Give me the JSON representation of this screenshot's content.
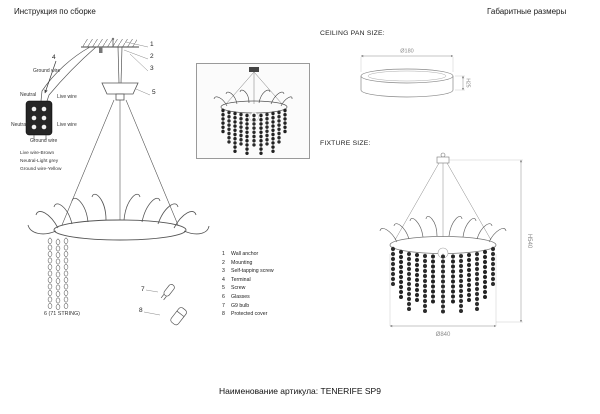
{
  "header": {
    "left_title": "Инструкция по сборке",
    "right_title": "Габаритные размеры"
  },
  "wiring": {
    "ground_top": "Ground wire",
    "neutral_top": "Neutral",
    "live_top": "Live wire",
    "neutral_left": "Neutral",
    "live_left": "Live wire",
    "ground_bottom": "Ground wire",
    "legend": [
      "Live wire-Brown",
      "Neutral-Light grey",
      "Ground wire-Yellow"
    ]
  },
  "callouts": {
    "c1": "1",
    "c2": "2",
    "c3": "3",
    "c4": "4",
    "c5": "5",
    "string_label": "6 (71 STRING)",
    "c7": "7",
    "c8": "8"
  },
  "parts_list": [
    {
      "num": "1",
      "label": "Wall anchor"
    },
    {
      "num": "2",
      "label": "Mounting"
    },
    {
      "num": "3",
      "label": "Self-tapping screw"
    },
    {
      "num": "4",
      "label": "Terminal"
    },
    {
      "num": "5",
      "label": "Screw"
    },
    {
      "num": "6",
      "label": "Glasses"
    },
    {
      "num": "7",
      "label": "G9 bulb"
    },
    {
      "num": "8",
      "label": "Protected cover"
    }
  ],
  "dimensions": {
    "ceiling_pan_title": "CEILING PAN SIZE:",
    "fixture_title": "FIXTURE SIZE:",
    "pan_diameter": "Ø180",
    "pan_height": "H25",
    "fixture_diameter": "Ø840",
    "fixture_height": "H540"
  },
  "footer": {
    "article_label": "Наименование артикула: TENERIFE SP9"
  },
  "colors": {
    "line": "#555555",
    "dim": "#8a8a8a",
    "bead_dark": "#2b2b2b",
    "text": "#1a1a1a"
  }
}
